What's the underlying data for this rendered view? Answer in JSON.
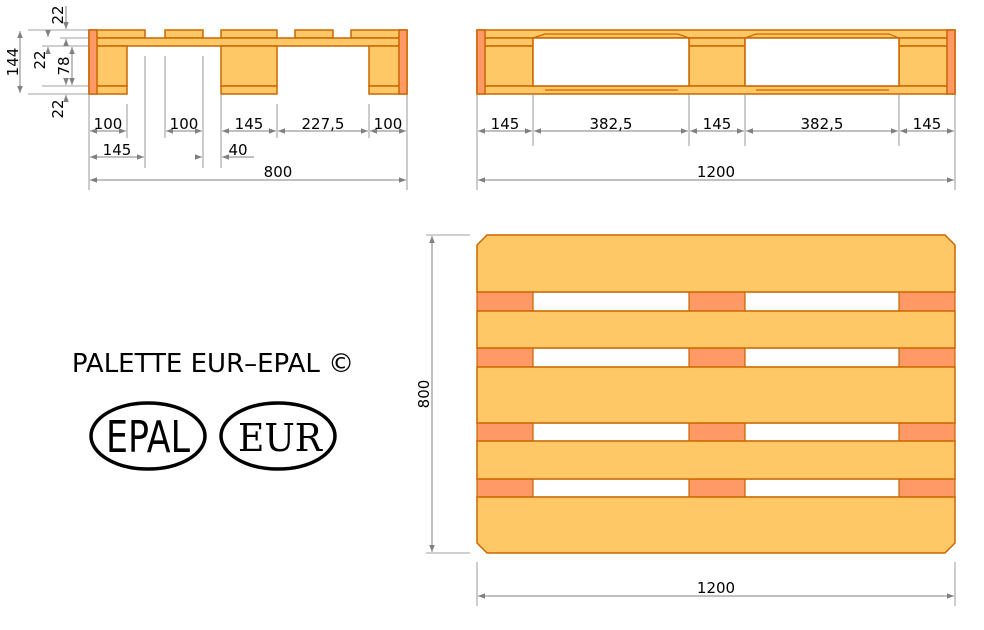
{
  "title": "PALETTE EUR–EPAL ©",
  "logos": {
    "epal": "EPAL",
    "eur": "EUR"
  },
  "colors": {
    "wood": "#ffc866",
    "block": "#ff9966",
    "outline": "#cc6600",
    "dimension": "#808080"
  },
  "side_view": {
    "heights": {
      "total": "144",
      "top_board": "22",
      "middle_board": "22",
      "block": "78",
      "bottom_board": "22"
    },
    "widths": {
      "outer_board_1": "100",
      "gap": "100",
      "center_board": "145",
      "gap_2": "227,5",
      "outer_board_2": "100",
      "block": "145",
      "board_gap": "40",
      "overall": "800"
    }
  },
  "front_view": {
    "widths": {
      "block_1": "145",
      "opening_1": "382,5",
      "block_2": "145",
      "opening_2": "382,5",
      "block_3": "145",
      "overall": "1200"
    }
  },
  "top_view": {
    "width": "1200",
    "height": "800"
  }
}
